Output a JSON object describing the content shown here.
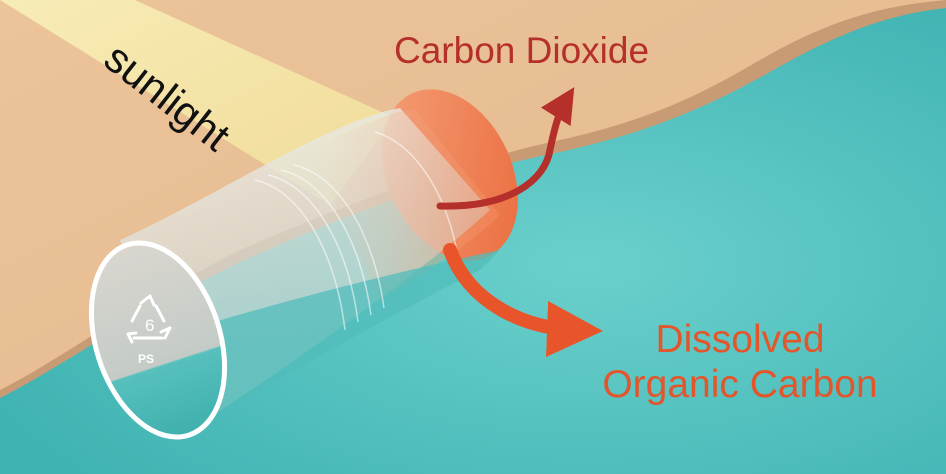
{
  "labels": {
    "sunlight": "sunlight",
    "carbon_dioxide": "Carbon Dioxide",
    "doc_line1": "Dissolved",
    "doc_line2": "Organic Carbon"
  },
  "recycling_code": {
    "number": "6",
    "material": "PS"
  },
  "colors": {
    "sand": "#e8bf94",
    "water": "#56c2c2",
    "co2_arrow": "#b5302a",
    "doc_arrow": "#e8552a",
    "sunlight_beam": "#f5e7a6",
    "cap": "#f07a4a"
  }
}
